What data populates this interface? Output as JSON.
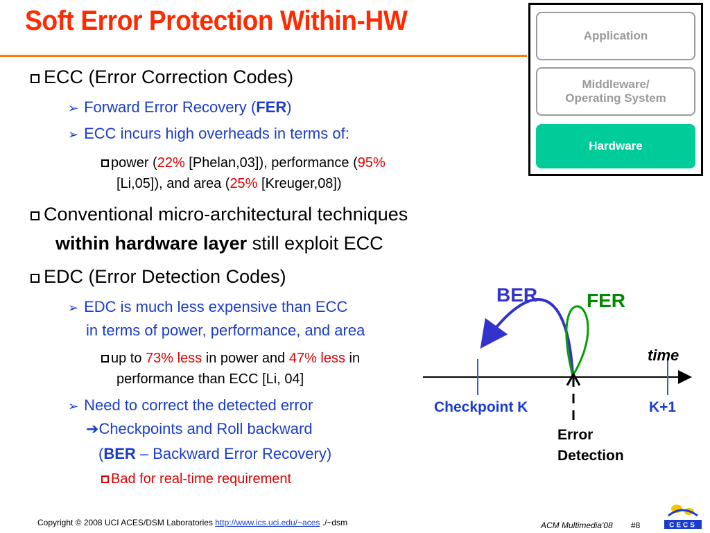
{
  "title": "Soft Error Protection Within-HW",
  "layers": {
    "application": "Application",
    "middleware_line1": "Middleware/",
    "middleware_line2": "Operating System",
    "hardware": "Hardware"
  },
  "bullets": {
    "ecc": "ECC (Error Correction Codes)",
    "fer_prefix": "Forward Error Recovery (",
    "fer_bold": "FER",
    "fer_suffix": ")",
    "ecc_overhead": "ECC incurs high overheads in terms of:",
    "power_a": "power (",
    "power_pct": "22%",
    "power_b": " [Phelan,03]), performance (",
    "perf_pct": "95%",
    "area_a": "[Li,05]), and area (",
    "area_pct": "25%",
    "area_b": " [Kreuger,08])",
    "conv_line1": "Conventional micro-architectural techniques",
    "conv_bold": "within hardware layer",
    "conv_rest": " still exploit ECC",
    "edc": "EDC (Error Detection Codes)",
    "edc_cheap_line1": "EDC is much less expensive than ECC",
    "edc_cheap_line2": "in terms of power, performance, and area",
    "upto_a": "up to ",
    "upto_pct1": "73% less",
    "upto_b": " in power and ",
    "upto_pct2": "47% less",
    "upto_c": " in",
    "upto_line2": "performance than ECC [Li, 04]",
    "need_line1": "Need to correct the detected error",
    "need_arrow": "➔",
    "need_line2": "Checkpoints and Roll backward",
    "need_line3_a": "(",
    "need_ber": "BER",
    "need_line3_b": " – Backward Error Recovery)",
    "bad": "Bad for real-time requirement"
  },
  "diagram": {
    "ber": "BER",
    "fer": "FER",
    "time": "time",
    "checkpoint": "Checkpoint K",
    "k1": "K+1",
    "error_line1": "Error",
    "error_line2": "Detection",
    "colors": {
      "ber": "#3333cc",
      "fer": "#008a00",
      "label_blue": "#1a3ccc"
    }
  },
  "footer": {
    "copyright": "Copyright © 2008  UCI ACES/DSM Laboratories  ",
    "link": "http://www.ics.uci.edu/~aces",
    "link_suffix": " ./~dsm",
    "venue": "ACM Multimedia'08",
    "page": "#8",
    "logo_text": "CECS"
  }
}
